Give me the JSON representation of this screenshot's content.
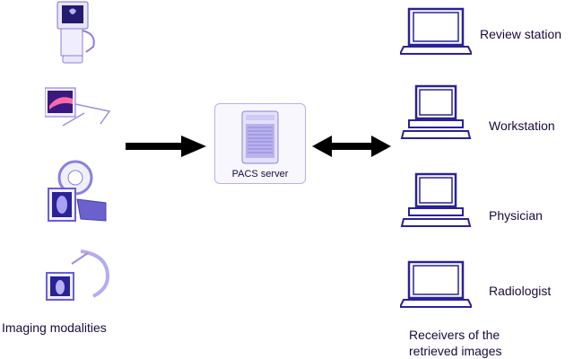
{
  "modalities_label": "Imaging modalities",
  "server": {
    "label": "PACS server"
  },
  "receivers": [
    {
      "label": "Review station",
      "icon": "laptop-icon"
    },
    {
      "label": "Workstation",
      "icon": "desktop-computer-icon"
    },
    {
      "label": "Physician",
      "icon": "desktop-computer-icon"
    },
    {
      "label": "Radiologist",
      "icon": "laptop-icon"
    }
  ],
  "receivers_caption": [
    "Receivers of the",
    "retrieved images"
  ],
  "colors": {
    "device_fill": "#ece8fb",
    "device_stroke": "#7a6fd8",
    "screen": "#2a2298",
    "arrow": "#000000"
  }
}
